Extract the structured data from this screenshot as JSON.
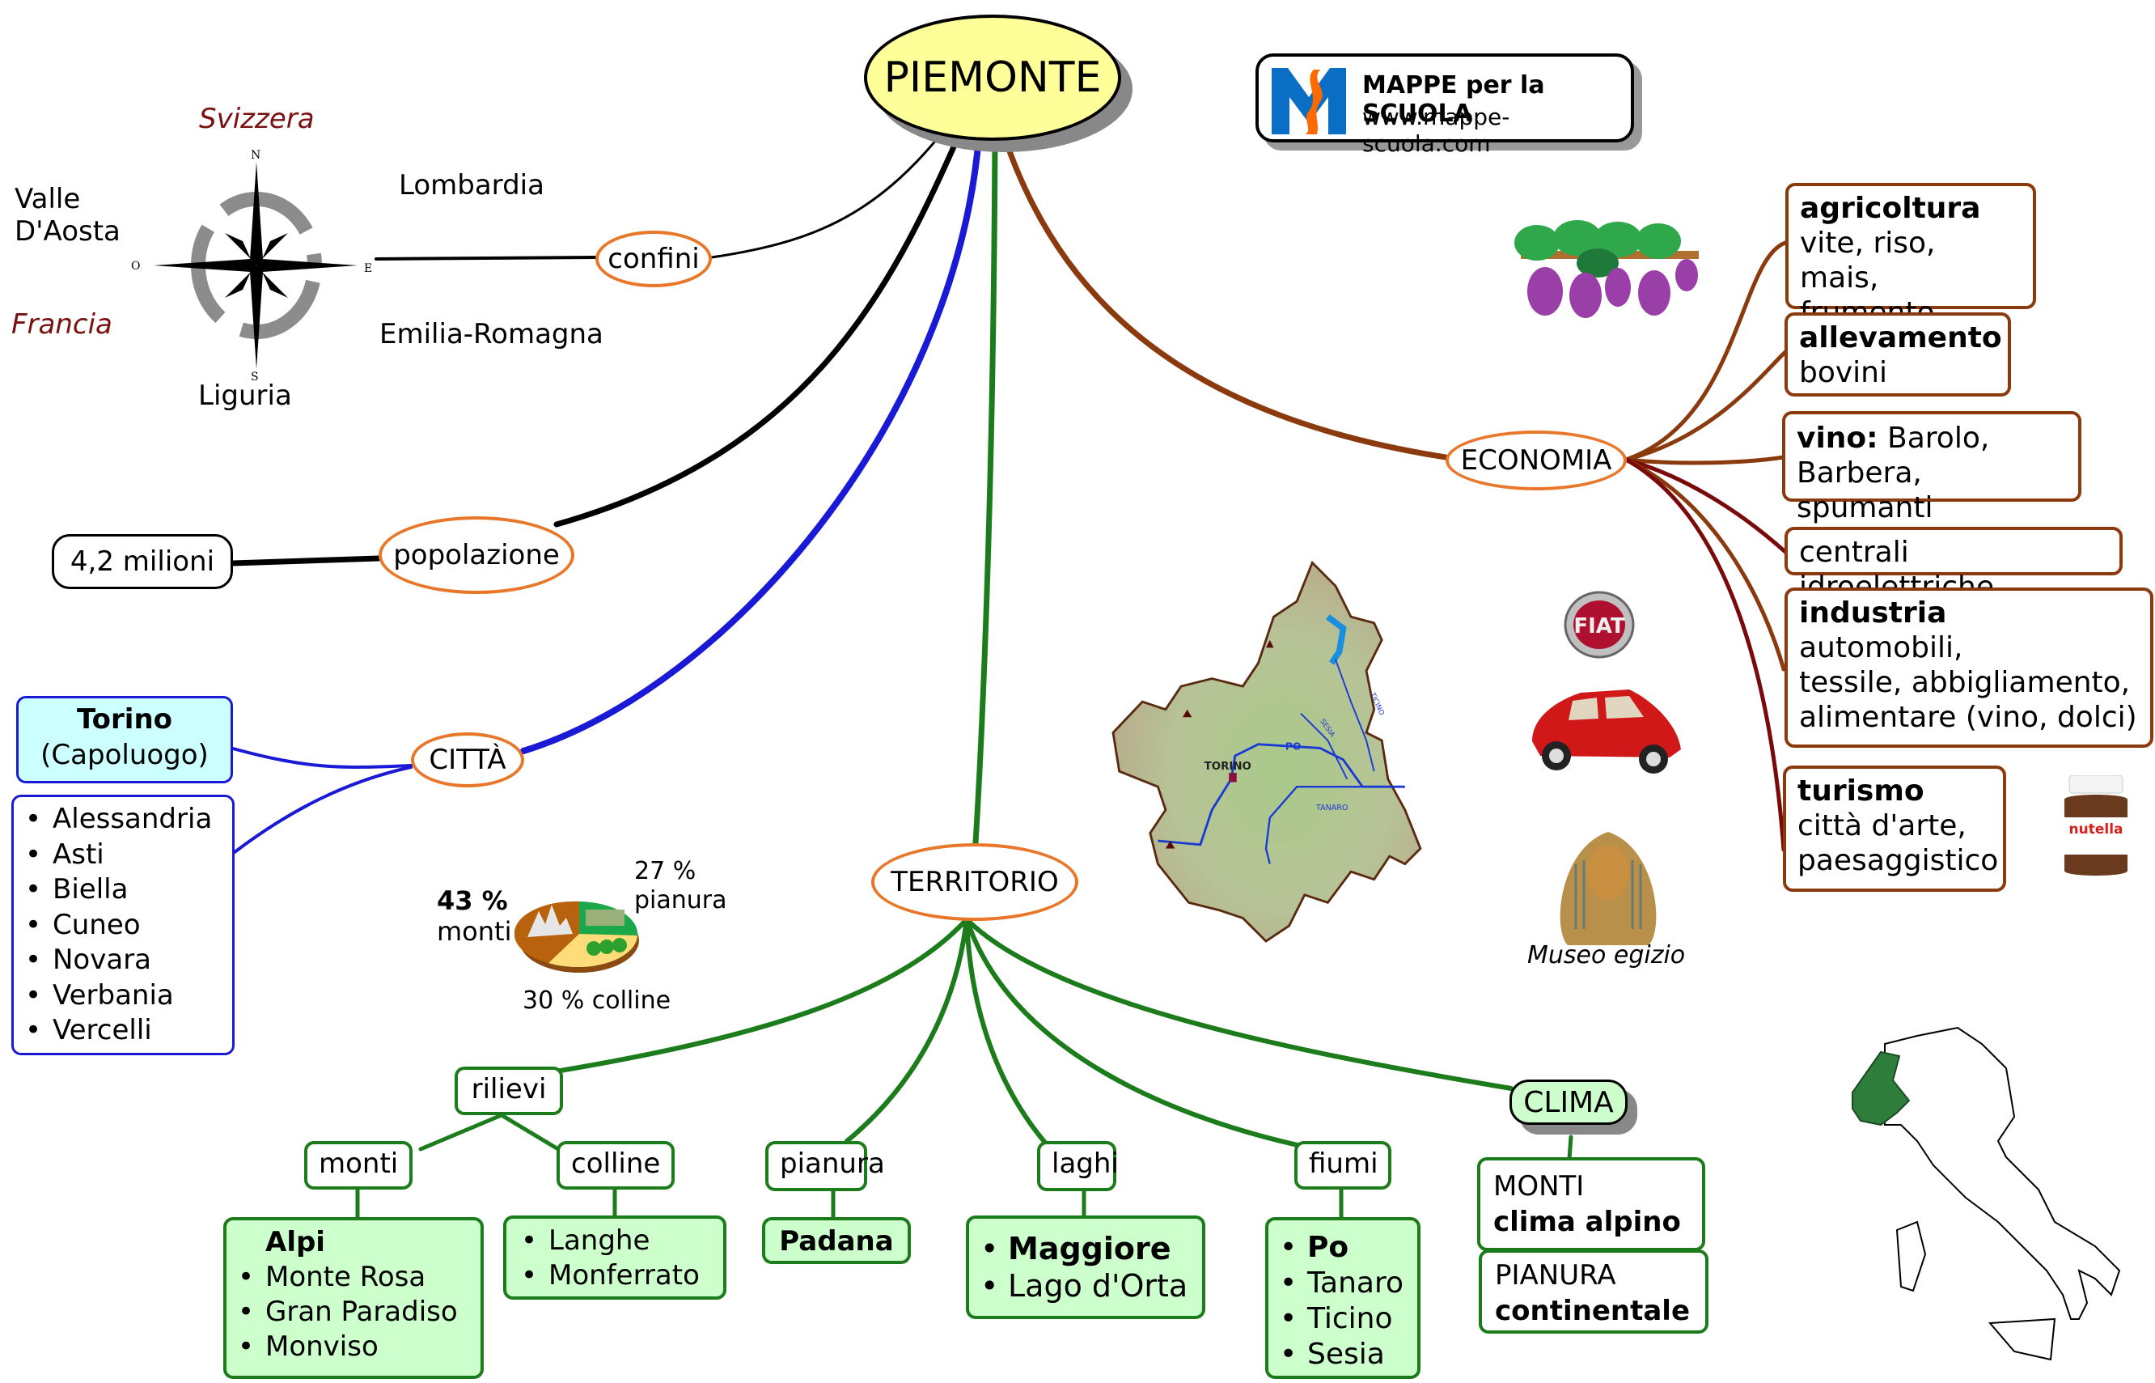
{
  "root": {
    "title": "PIEMONTE"
  },
  "logo": {
    "title": "MAPPE per la SCUOLA",
    "url": "www.mappe-scuola.com",
    "brand_colors": {
      "blue": "#0a6fc4",
      "orange": "#ff6a00"
    }
  },
  "confini": {
    "label": "confini",
    "neighbors": {
      "north": "Svizzera",
      "north_west": "Valle D'Aosta",
      "north_east": "Lombardia",
      "south_west": "Francia",
      "south_east": "Emilia-Romagna",
      "south": "Liguria"
    },
    "compass": {
      "n": "N",
      "s": "S",
      "e": "E",
      "o": "O"
    }
  },
  "popolazione": {
    "label": "popolazione",
    "value": "4,2 milioni"
  },
  "citta": {
    "label": "CITTÀ",
    "capoluogo": {
      "name": "Torino",
      "note": "(Capoluogo)"
    },
    "province": [
      "Alessandria",
      "Asti",
      "Biella",
      "Cuneo",
      "Novara",
      "Verbania",
      "Vercelli"
    ]
  },
  "territorio": {
    "label": "TERRITORIO",
    "pie": {
      "monti": {
        "pct": "43 %",
        "label": "monti"
      },
      "pianura": {
        "pct": "27 %",
        "label": "pianura"
      },
      "colline": {
        "text": "30 % colline"
      }
    },
    "rilievi": {
      "label": "rilievi",
      "monti": {
        "label": "monti",
        "title": "Alpi",
        "items": [
          "Monte Rosa",
          "Gran Paradiso",
          "Monviso"
        ]
      },
      "colline": {
        "label": "colline",
        "items": [
          "Langhe",
          "Monferrato"
        ]
      }
    },
    "pianura": {
      "label": "pianura",
      "value": "Padana"
    },
    "laghi": {
      "label": "laghi",
      "items": [
        {
          "text": "Maggiore",
          "bold": true
        },
        {
          "text": "Lago d'Orta",
          "bold": false
        }
      ]
    },
    "fiumi": {
      "label": "fiumi",
      "items": [
        {
          "text": "Po",
          "bold": true
        },
        {
          "text": "Tanaro",
          "bold": false
        },
        {
          "text": "Ticino",
          "bold": false
        },
        {
          "text": "Sesia",
          "bold": false
        }
      ]
    },
    "clima": {
      "label": "CLIMA",
      "monti": {
        "title": "MONTI",
        "value": "clima alpino"
      },
      "pianura": {
        "title": "PIANURA",
        "value": "continentale"
      }
    },
    "map_labels": {
      "city": "TORINO",
      "po": "PO",
      "sesia": "SESIA",
      "ticino": "TICINO",
      "tanaro": "TANARO"
    }
  },
  "economia": {
    "label": "ECONOMIA",
    "agricoltura": {
      "title": "agricoltura",
      "lines": [
        "vite, riso,",
        "mais, frumento"
      ]
    },
    "allevamento": {
      "title": "allevamento",
      "lines": [
        "bovini"
      ]
    },
    "vino": {
      "title": "vino:",
      "inline": " Barolo,",
      "lines": [
        "Barbera, spumanti"
      ]
    },
    "centrali": {
      "text": "centrali idroelettriche"
    },
    "industria": {
      "title": "industria",
      "lines": [
        "automobili,",
        "tessile, abbigliamento,",
        "alimentare (vino, dolci)"
      ]
    },
    "turismo": {
      "title": "turismo",
      "lines": [
        "città d'arte,",
        "paesaggistico"
      ]
    }
  },
  "images": {
    "fiat_logo": "FIAT",
    "nutella": "nutella",
    "museo_caption": "Museo egizio"
  },
  "colors": {
    "branch_confini": "#000000",
    "branch_popolazione": "#000000",
    "branch_citta": "#1a1ad6",
    "branch_territorio": "#1c7c1c",
    "branch_economia": "#8b3a0e",
    "branch_economia_dark": "#7a0a0a",
    "node_ellipse_border": "#e8772a",
    "green_fill": "#ccffcc",
    "capoluogo_fill": "#ccffff",
    "root_fill": "#ffff99",
    "piemonte_highlight": "#2e7d3a"
  }
}
